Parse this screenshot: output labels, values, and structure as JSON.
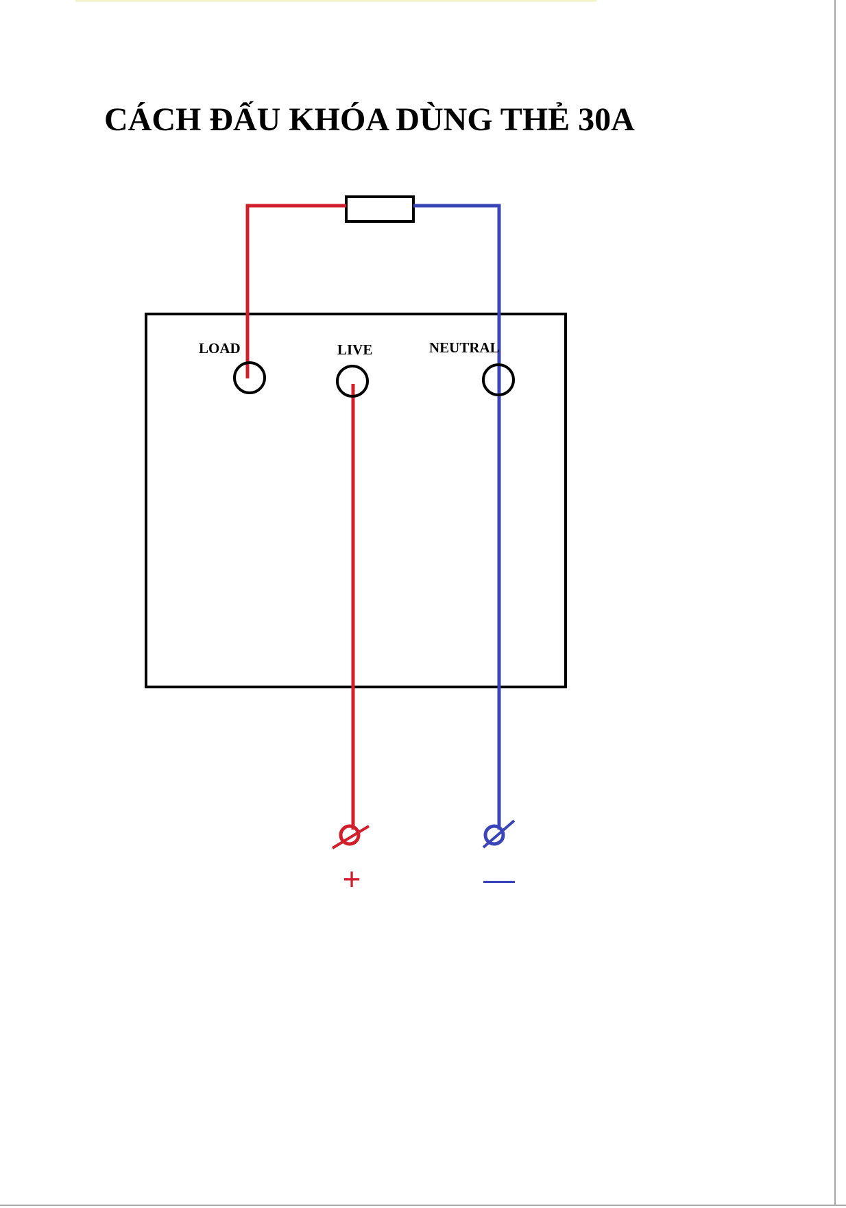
{
  "title": "CÁCH ĐẤU KHÓA DÙNG THẺ 30A",
  "terminals": {
    "load": "LOAD",
    "live": "LIVE",
    "neutral": "NEUTRAL"
  },
  "polarity": {
    "positive": "+",
    "negative": "—"
  },
  "colors": {
    "live_wire": "#d0202e",
    "neutral_wire": "#3a45b8",
    "outline": "#000000",
    "background": "#ffffff"
  }
}
